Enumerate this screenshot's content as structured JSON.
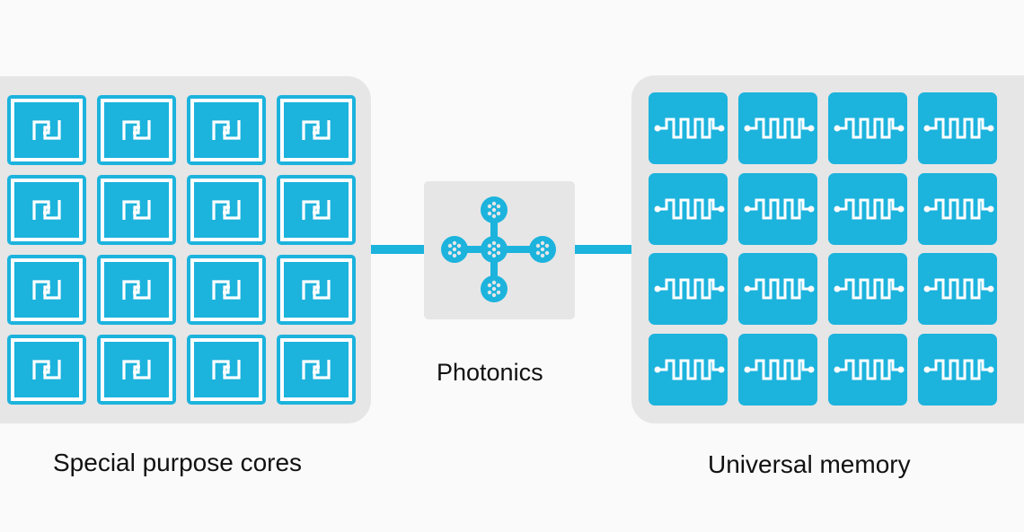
{
  "labels": {
    "cores": "Special purpose cores",
    "photonics": "Photonics",
    "memory": "Universal memory"
  },
  "colors": {
    "accent": "#1cb3dd",
    "panel": "#e6e6e6",
    "background": "#fafafa"
  },
  "icons": {
    "core_tile": "processor-core-icon",
    "memory_tile": "memory-waveform-icon",
    "photonics": "photonics-network-icon"
  }
}
